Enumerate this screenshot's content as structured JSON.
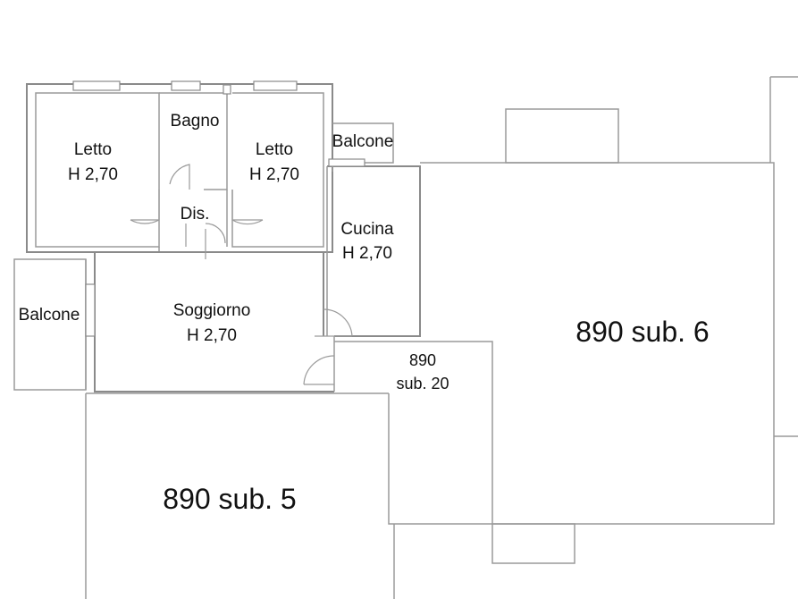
{
  "rooms": {
    "letto_left": {
      "name": "Letto",
      "height": "H 2,70"
    },
    "bagno": {
      "name": "Bagno"
    },
    "letto_right": {
      "name": "Letto",
      "height": "H 2,70"
    },
    "balcone_top": {
      "name": "Balcone"
    },
    "dis": {
      "name": "Dis."
    },
    "cucina": {
      "name": "Cucina",
      "height": "H 2,70"
    },
    "balcone_left": {
      "name": "Balcone"
    },
    "soggiorno": {
      "name": "Soggiorno",
      "height": "H 2,70"
    }
  },
  "units": {
    "sub20_line1": "890",
    "sub20_line2": "sub. 20",
    "sub6": "890 sub. 6",
    "sub5": "890 sub. 5"
  }
}
